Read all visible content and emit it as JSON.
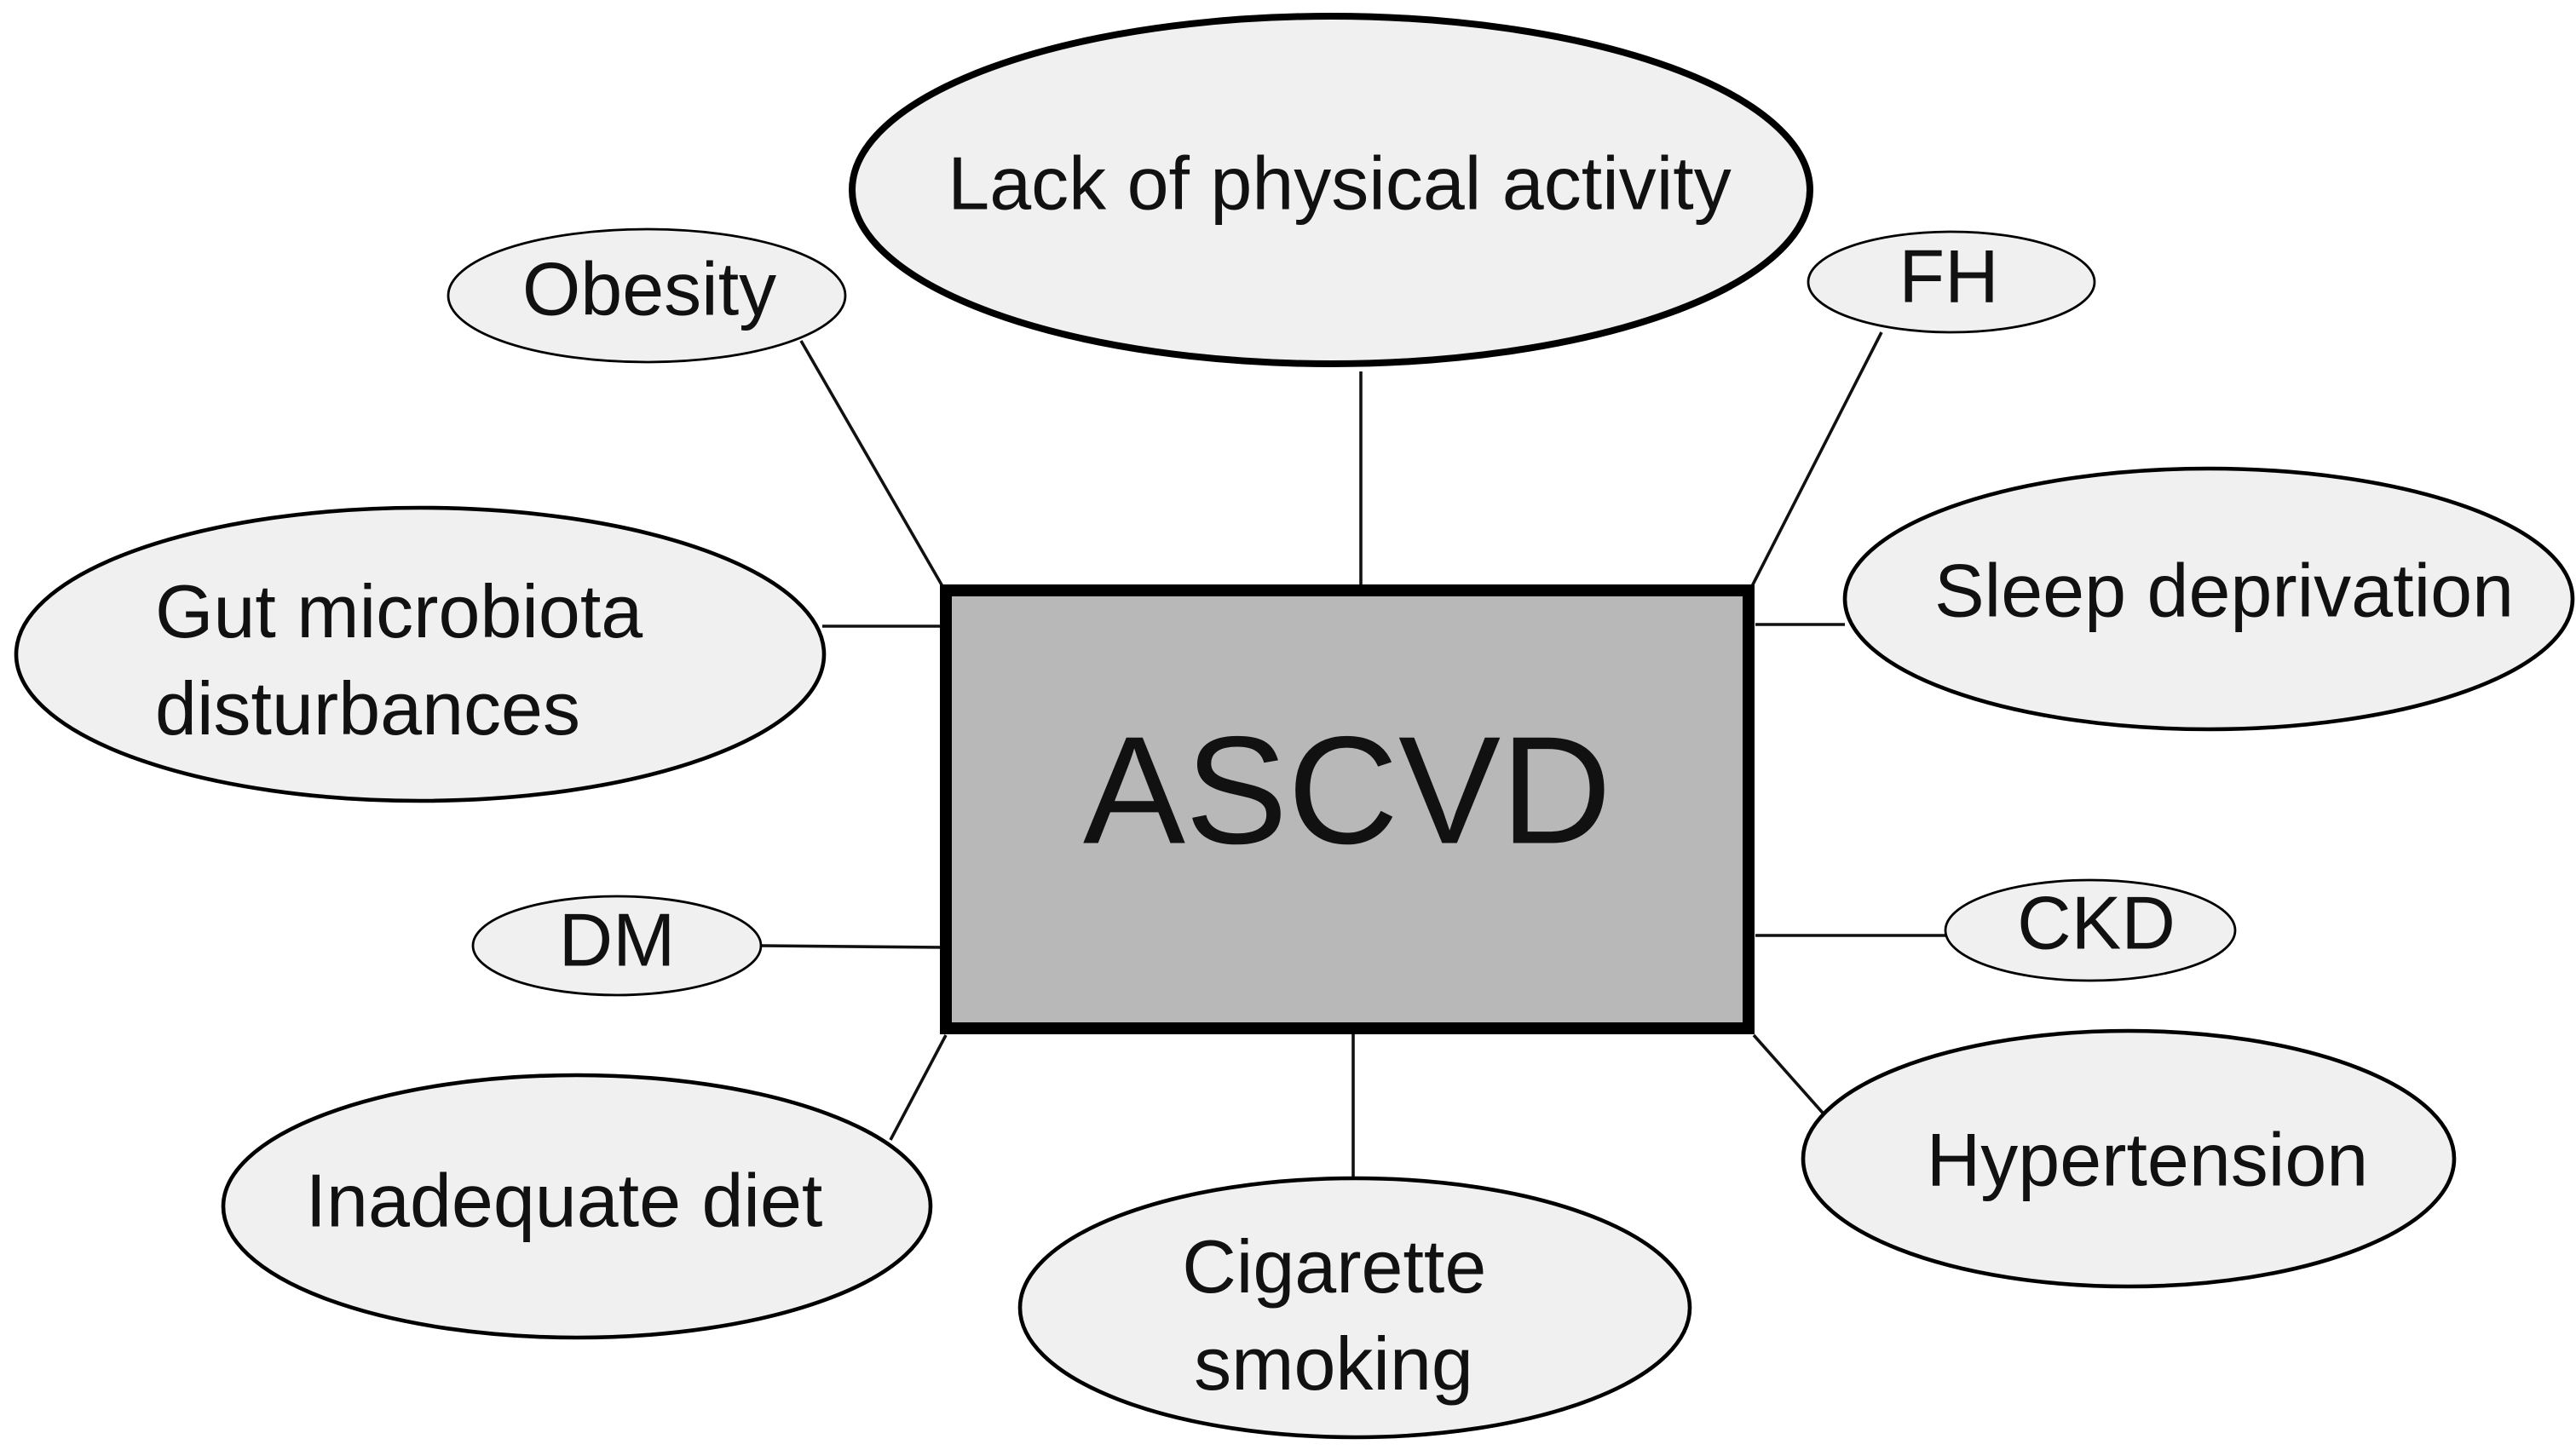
{
  "center": {
    "label": "ASCVD"
  },
  "factors": {
    "physical_activity": {
      "label": "Lack of physical activity"
    },
    "obesity": {
      "label": "Obesity"
    },
    "fh": {
      "label": "FH"
    },
    "gut_microbiota": {
      "line1": "Gut microbiota",
      "line2": "disturbances"
    },
    "sleep_deprivation": {
      "label": "Sleep deprivation"
    },
    "dm": {
      "label": "DM"
    },
    "ckd": {
      "label": "CKD"
    },
    "inadequate_diet": {
      "label": "Inadequate diet"
    },
    "cigarette_smoking": {
      "line1": "Cigarette",
      "line2": "smoking"
    },
    "hypertension": {
      "label": "Hypertension"
    }
  },
  "colors": {
    "center_fill": "#b8b8b8",
    "node_fill": "#f0f0f0",
    "stroke": "#000000"
  }
}
